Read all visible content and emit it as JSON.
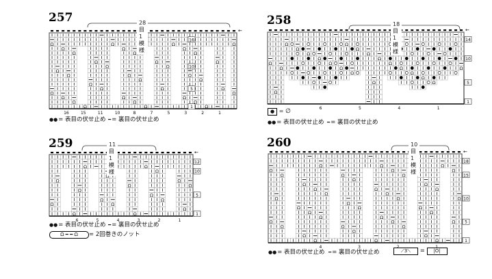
{
  "patterns": [
    {
      "number": "257",
      "repeat_label": "28目1模様",
      "row_labels": [
        "16",
        "10",
        "5",
        "1"
      ],
      "bottom_labels": [
        "16",
        "15",
        "11",
        "10",
        "8",
        "7",
        "5",
        "3",
        "2",
        "1"
      ],
      "legend": [
        "= 表目の伏せ止め",
        "= 裏目の伏せ止め"
      ]
    },
    {
      "number": "258",
      "repeat_label": "18目1模様",
      "row_labels": [
        "14",
        "10",
        "5",
        "1"
      ],
      "bottom_labels": [
        "6",
        "5",
        "4",
        "1"
      ],
      "legend": [
        "= 表目の伏せ止め",
        "= 裏目の伏せ止め"
      ]
    },
    {
      "number": "259",
      "repeat_label": "11目1模様",
      "row_labels": [
        "12",
        "10",
        "5",
        "1"
      ],
      "bottom_labels": [
        "6",
        "5",
        "4",
        "3",
        "2",
        "1"
      ],
      "legend": [
        "= 表目の伏せ止め",
        "= 裏目の伏せ止め",
        "= 2回巻きのノット"
      ]
    },
    {
      "number": "260",
      "repeat_label": "10目1模様",
      "row_labels": [
        "18",
        "15",
        "10",
        "5",
        "1"
      ],
      "bottom_labels": [
        "4",
        "3",
        "2",
        "1"
      ],
      "legend": [
        "= 表目の伏せ止め",
        "= 裏目の伏せ止め"
      ]
    }
  ]
}
